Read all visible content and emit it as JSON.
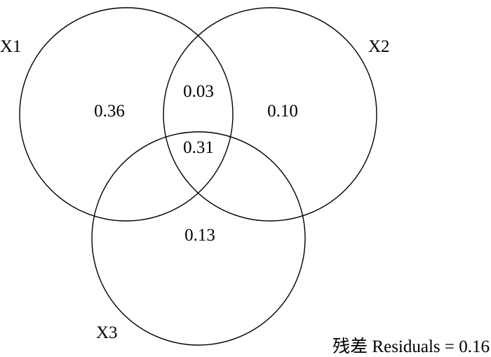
{
  "sets": [
    {
      "id": "x1",
      "label": "X1"
    },
    {
      "id": "x2",
      "label": "X2"
    },
    {
      "id": "x3",
      "label": "X3"
    }
  ],
  "regions": {
    "x1_only": "0.36",
    "x2_only": "0.10",
    "x3_only": "0.13",
    "x1_x2": "0.03",
    "x1_x2_x3": "0.31"
  },
  "residuals": {
    "label": "残差 Residuals = 0.16"
  }
}
